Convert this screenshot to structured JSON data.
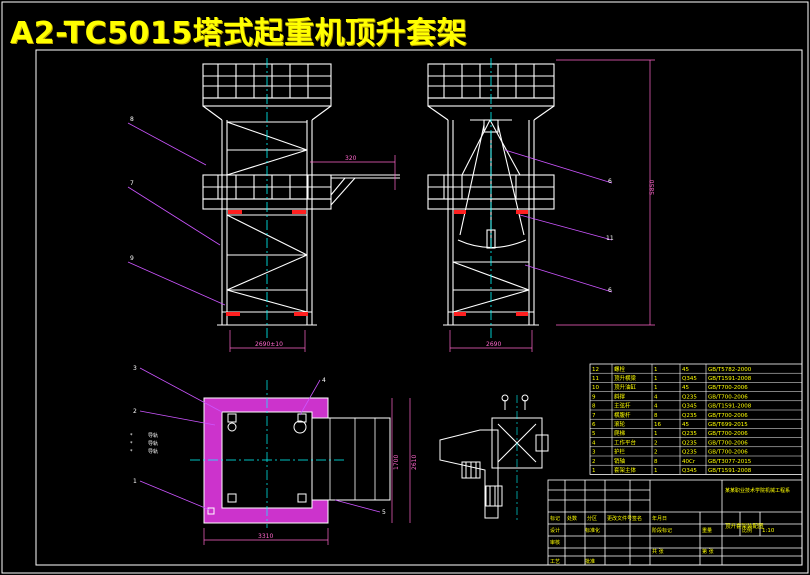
{
  "title": "A2-TC5015塔式起重机顶升套架",
  "colors": {
    "background": "#000000",
    "frame": "#ffffff",
    "structure": "#ffffff",
    "centerline": "#00ffff",
    "leader": "#cc55ff",
    "dimension": "#ff66cc",
    "highlight": "#ff00ff",
    "red_marker": "#ff2020",
    "title_text": "#ffff00",
    "table_text": "#ffff00",
    "table_lines": "#ffffff"
  },
  "front_view": {
    "callouts": [
      "8",
      "7",
      "9"
    ],
    "dims": {
      "platform_width": "320",
      "base_width": "2690±10"
    }
  },
  "side_view": {
    "callouts": [
      "6",
      "11",
      "6"
    ],
    "dims": {
      "height": "5850",
      "base_width": "2690"
    }
  },
  "plan_view": {
    "callouts": [
      "3",
      "4",
      "2",
      "1",
      "5"
    ],
    "labels": [
      "导轨",
      "导轨",
      "导轨"
    ],
    "dims": {
      "total_width": "3310",
      "height_a": "1700",
      "height_b": "2610"
    }
  },
  "parts_table": {
    "rows": [
      {
        "no": "12",
        "name": "螺栓",
        "qty": "1",
        "material": "45",
        "standard": "GB/T5782-2000"
      },
      {
        "no": "11",
        "name": "顶升横梁",
        "qty": "1",
        "material": "Q345",
        "standard": "GB/T1591-2008"
      },
      {
        "no": "10",
        "name": "顶升油缸",
        "qty": "1",
        "material": "45",
        "standard": "GB/T700-2006"
      },
      {
        "no": "9",
        "name": "斜撑",
        "qty": "4",
        "material": "Q235",
        "standard": "GB/T700-2006"
      },
      {
        "no": "8",
        "name": "主弦杆",
        "qty": "4",
        "material": "Q345",
        "standard": "GB/T1591-2008"
      },
      {
        "no": "7",
        "name": "横腹杆",
        "qty": "8",
        "material": "Q235",
        "standard": "GB/T700-2006"
      },
      {
        "no": "6",
        "name": "滚轮",
        "qty": "16",
        "material": "45",
        "standard": "GB/T699-2015"
      },
      {
        "no": "5",
        "name": "爬梯",
        "qty": "1",
        "material": "Q235",
        "standard": "GB/T700-2006"
      },
      {
        "no": "4",
        "name": "工作平台",
        "qty": "2",
        "material": "Q235",
        "standard": "GB/T700-2006"
      },
      {
        "no": "3",
        "name": "护栏",
        "qty": "2",
        "material": "Q235",
        "standard": "GB/T700-2006"
      },
      {
        "no": "2",
        "name": "销轴",
        "qty": "8",
        "material": "40Cr",
        "standard": "GB/T3077-2015"
      },
      {
        "no": "1",
        "name": "套架主体",
        "qty": "1",
        "material": "Q345",
        "standard": "GB/T1591-2008"
      }
    ]
  },
  "title_block": {
    "school": "某某职业技术学院机械工程系",
    "drawing_name": "顶升套架装配图",
    "labels": [
      "标记",
      "处数",
      "分区",
      "更改文件号",
      "签名",
      "年月日",
      "设计",
      "标准化",
      "审核",
      "工艺",
      "批准",
      "阶段标记",
      "重量",
      "比例",
      "共 张",
      "第 张"
    ],
    "scale": "1:10"
  }
}
